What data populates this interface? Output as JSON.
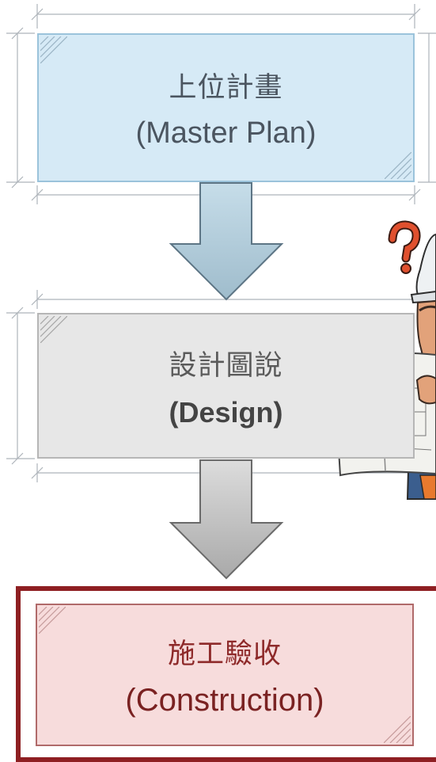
{
  "steps": [
    {
      "zh": "上位計畫",
      "en": "(Master Plan)"
    },
    {
      "zh": "設計圖說",
      "en": "(Design)"
    },
    {
      "zh": "施工驗收",
      "en": "(Construction)"
    }
  ],
  "colors": {
    "master_fill": "#d6eaf6",
    "design_fill": "#e7e7e7",
    "construction_fill": "#f7dcdc",
    "construction_frame": "#8e1f22",
    "question_mark": "#d8452a"
  },
  "icons": [
    "down-arrow-icon",
    "worker-with-blueprint-illustration",
    "question-mark-icon",
    "hatch-corner-icon"
  ]
}
